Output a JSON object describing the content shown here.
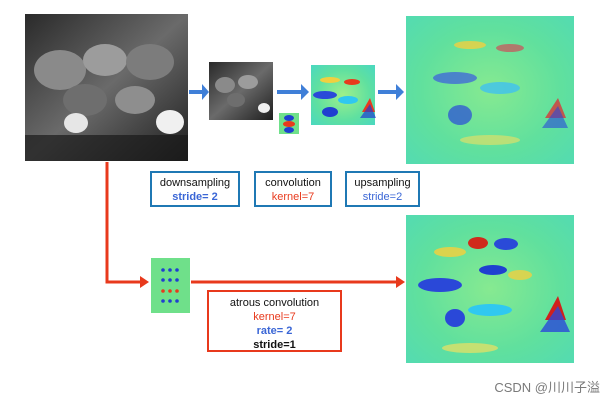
{
  "labels": {
    "downsampling": {
      "title": "downsampling",
      "param": "stride= 2"
    },
    "convolution": {
      "title": "convolution",
      "param": "kernel=7"
    },
    "upsampling": {
      "title": "upsampling",
      "param": "stride=2"
    },
    "atrous": {
      "title": "atrous convolution",
      "kernel": "kernel=7",
      "rate": "rate= 2",
      "stride": "stride=1"
    }
  },
  "watermark": "CSDN @川川子溢",
  "colors": {
    "blue_arrow": "#3f7fd8",
    "red_arrow": "#e8391c",
    "blue_box_border": "#1f78b4",
    "red_box_border": "#e8391c",
    "heatmap_bg": "#5fe08a"
  }
}
